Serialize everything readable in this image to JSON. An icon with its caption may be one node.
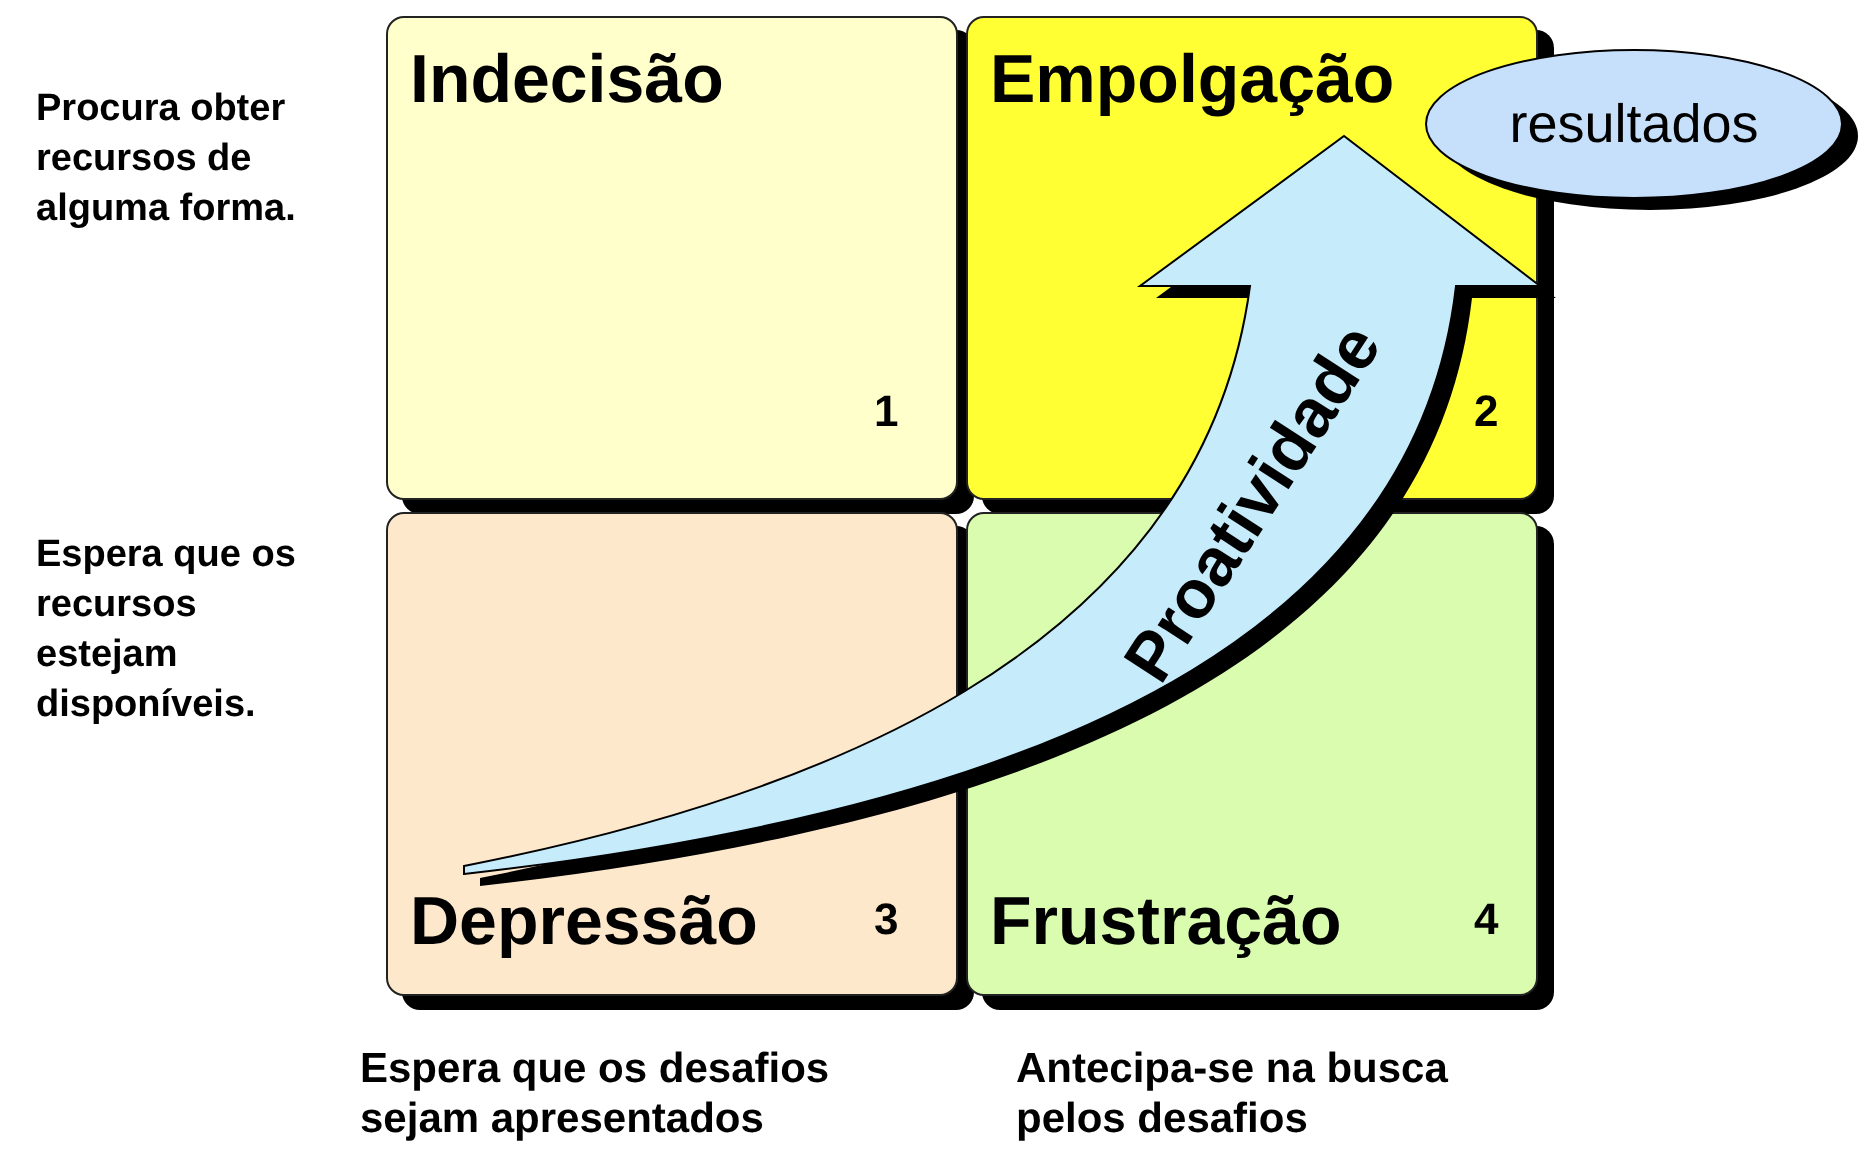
{
  "diagram": {
    "nodes": [
      {
        "text": [
          "Indecisão",
          "1"
        ]
      },
      {
        "text": [
          "Empolgação",
          "2"
        ]
      },
      {
        "text": [
          "Depressão",
          "3"
        ]
      },
      {
        "text": [
          "Frustração",
          "4"
        ]
      },
      {
        "text": [
          "Proatividade"
        ]
      },
      {
        "text": [
          "resultados"
        ]
      }
    ],
    "labels": [
      "Procura obter recursos de alguma forma.",
      "Espera que os recursos estejam disponíveis.",
      "Espera que os desafios sejam apresentados",
      "Antecipa-se na busca pelos desafios"
    ]
  }
}
